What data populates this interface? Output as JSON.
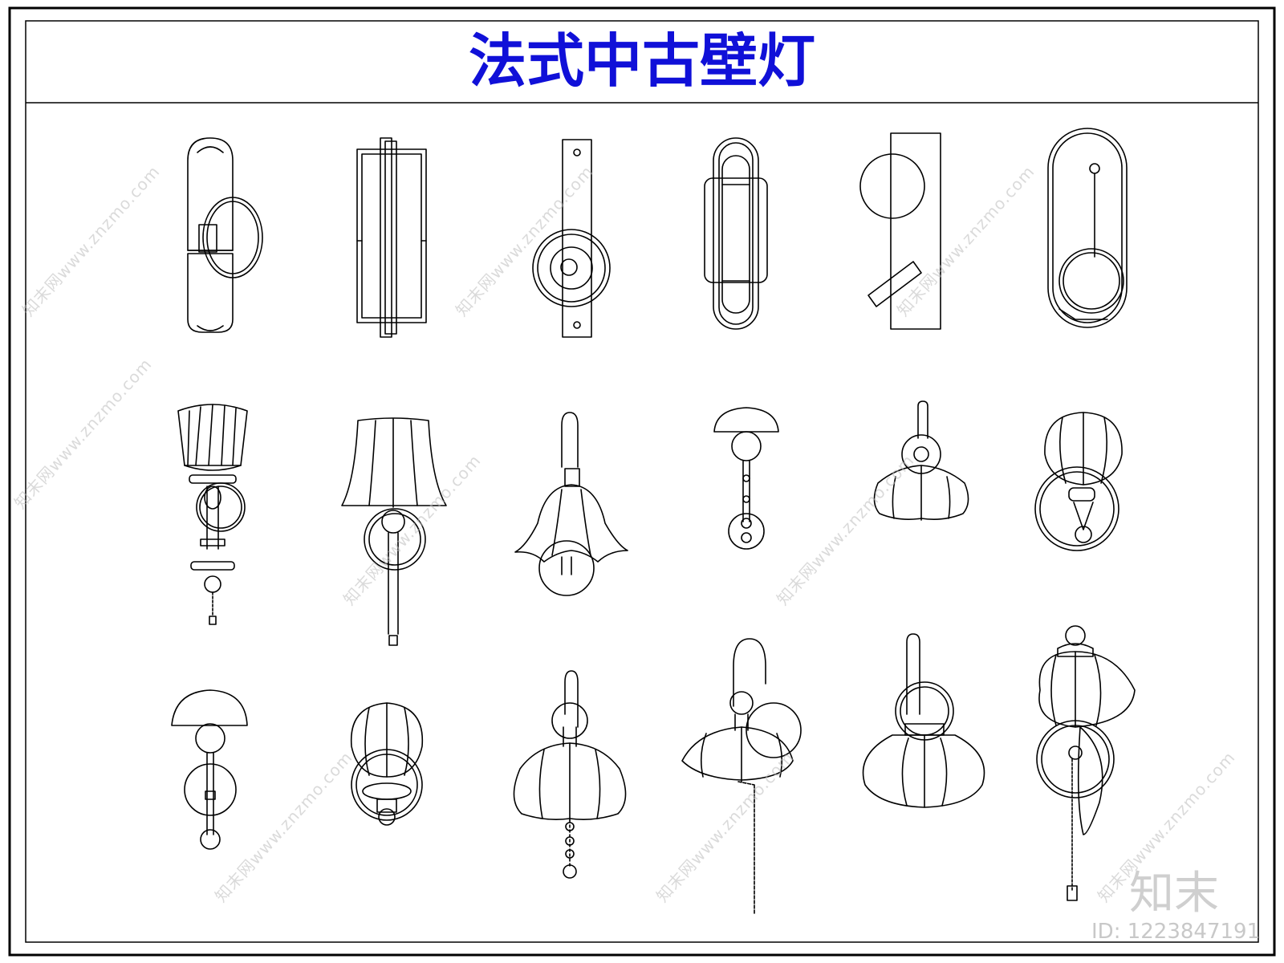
{
  "title": "法式中古壁灯",
  "watermark": "知末网www.znzmo.com",
  "brand": "知末",
  "image_id": "ID: 1223847191",
  "colors": {
    "title": "#1010d8",
    "line": "#000000",
    "watermark": "#bdbdbd"
  },
  "lamps": [
    {
      "id": "lamp-r1c1"
    },
    {
      "id": "lamp-r1c2"
    },
    {
      "id": "lamp-r1c3"
    },
    {
      "id": "lamp-r1c4"
    },
    {
      "id": "lamp-r1c5"
    },
    {
      "id": "lamp-r1c6"
    },
    {
      "id": "lamp-r2c1"
    },
    {
      "id": "lamp-r2c2"
    },
    {
      "id": "lamp-r2c3"
    },
    {
      "id": "lamp-r2c4"
    },
    {
      "id": "lamp-r2c5"
    },
    {
      "id": "lamp-r2c6"
    },
    {
      "id": "lamp-r3c1"
    },
    {
      "id": "lamp-r3c2"
    },
    {
      "id": "lamp-r3c3"
    },
    {
      "id": "lamp-r3c4"
    },
    {
      "id": "lamp-r3c5"
    },
    {
      "id": "lamp-r3c6"
    }
  ]
}
